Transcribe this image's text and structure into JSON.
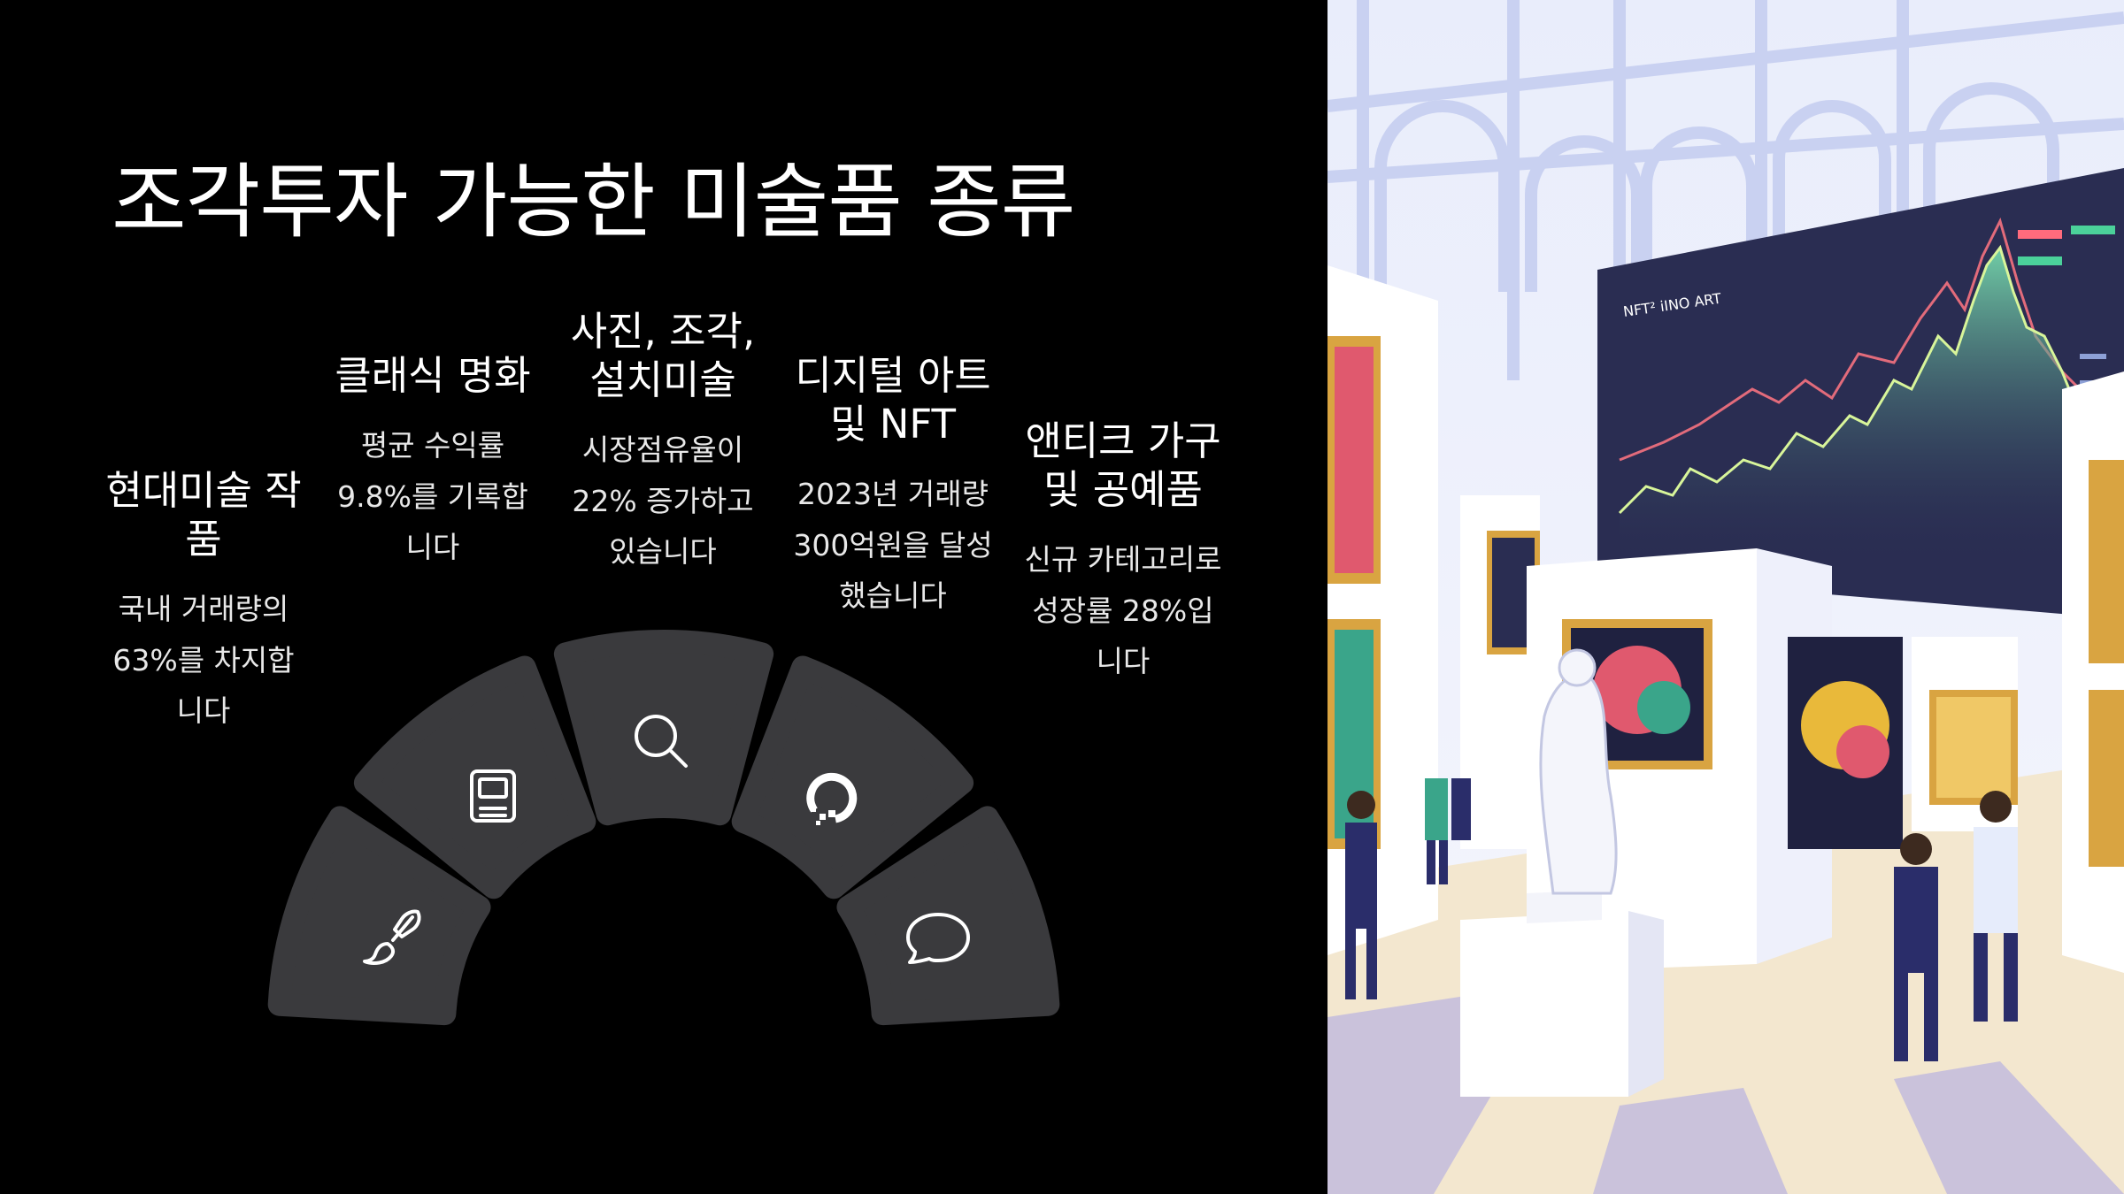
{
  "slide": {
    "title": "조각투자 가능한 미술품 종류",
    "categories": [
      {
        "heading": "현대미술 작품",
        "description": "국내 거래량의 63%를 차지합니다",
        "icon": "paintbrush-icon"
      },
      {
        "heading": "클래식 명화",
        "description": "평균 수익률 9.8%를 기록합니다",
        "icon": "easel-icon"
      },
      {
        "heading": "사진, 조각, 설치미술",
        "description": "시장점유율이 22% 증가하고 있습니다",
        "icon": "search-icon"
      },
      {
        "heading": "디지털 아트 및 NFT",
        "description": "2023년 거래량 300억원을 달성했습니다",
        "icon": "digital-ring-icon"
      },
      {
        "heading": "앤티크 가구 및 공예품",
        "description": "신규 카테고리로 성장률 28%입니다",
        "icon": "chat-bubble-icon"
      }
    ]
  },
  "illustration": {
    "screen_text": "NFT² iINO ART",
    "colors": {
      "screen": "#2a2d52",
      "wall": "#ffffff",
      "frame": "#d9a441",
      "floor": "#f3e7cf",
      "shadow": "#b8b2e0"
    }
  }
}
